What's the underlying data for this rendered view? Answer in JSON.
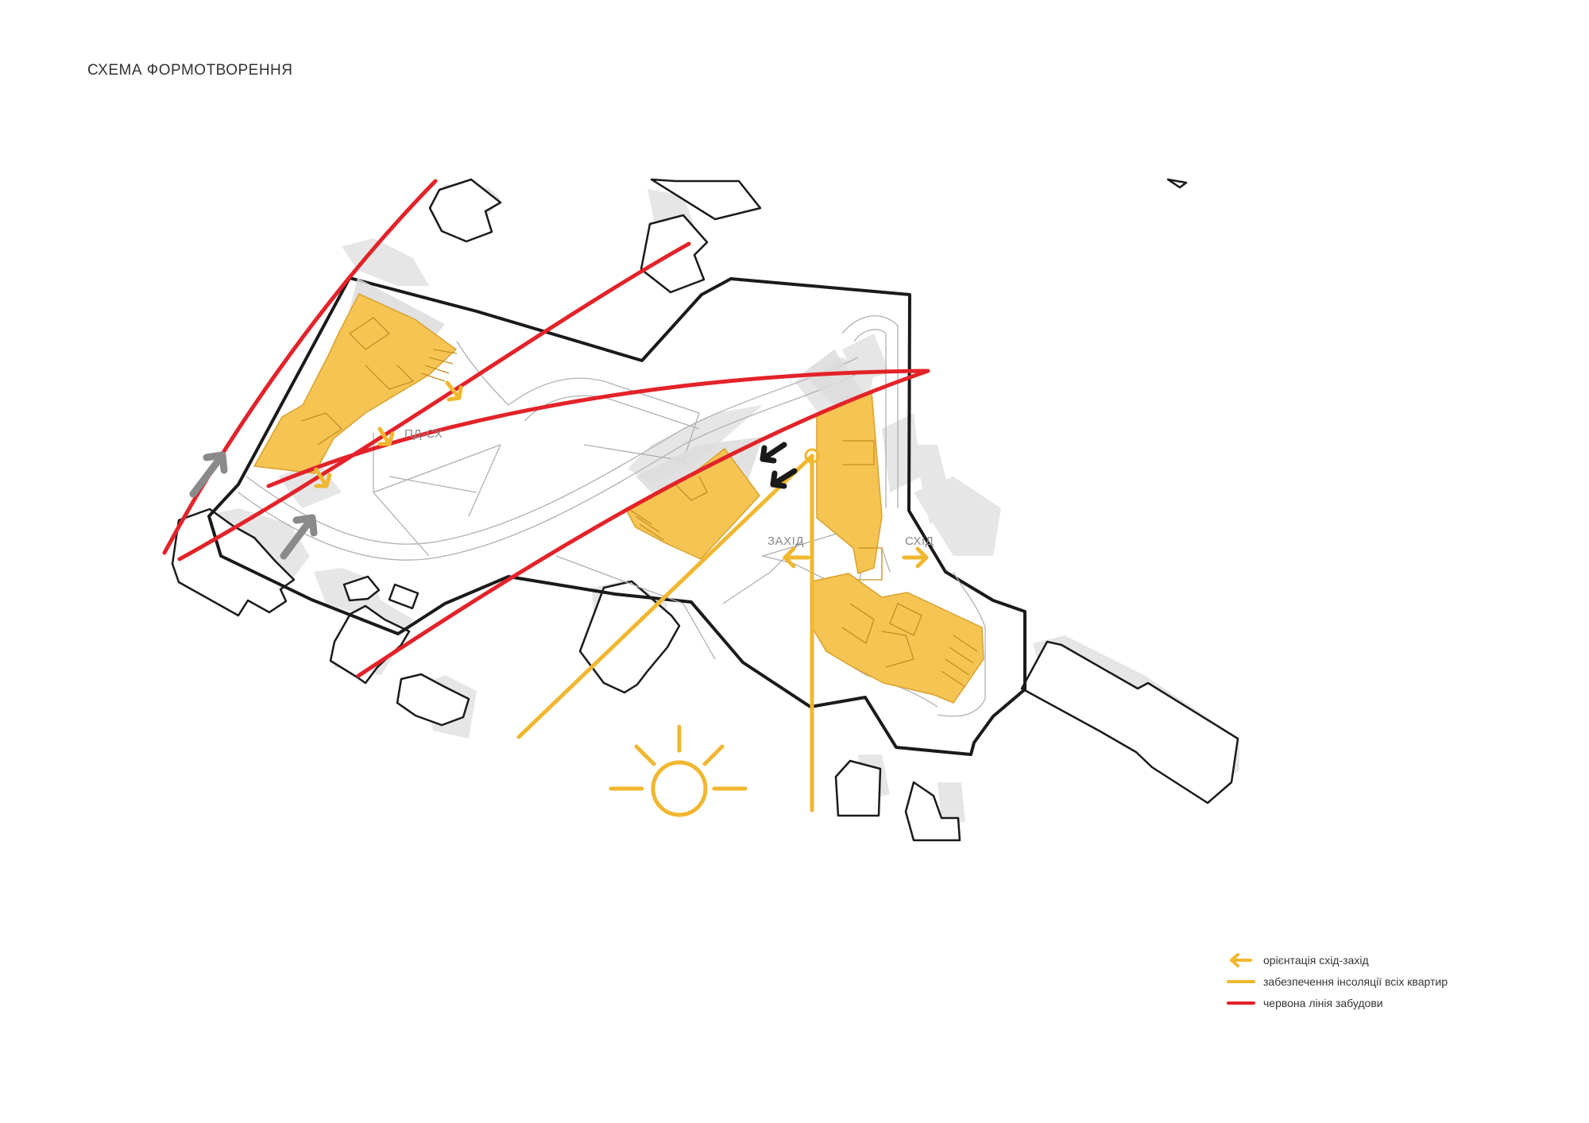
{
  "title": "СХЕМА ФОРМОТВОРЕННЯ",
  "labels": {
    "southeast": "ПД-СХ",
    "west": "ЗАХІД",
    "east": "СХІД"
  },
  "legend": [
    {
      "symbol": "arrow",
      "color": "#f0b72f",
      "label": "орієнтація схід-захід"
    },
    {
      "symbol": "line",
      "color": "#f0b72f",
      "label": "забезпечення інсоляції всіх квартир"
    },
    {
      "symbol": "line",
      "color": "#e32229",
      "label": "червона лінія забудови"
    }
  ],
  "colors": {
    "building": "#f5c453",
    "building_stroke": "#d9a22e",
    "insolation": "#f0b72f",
    "red_line": "#e32229",
    "boundary": "#1a1a1a",
    "access_arrow_gray": "#8a8a8a",
    "access_arrow_dark": "#1a1a1a",
    "shadow": "#e6e6e6"
  },
  "icons": [
    "sun-icon",
    "access-arrow-icon"
  ]
}
